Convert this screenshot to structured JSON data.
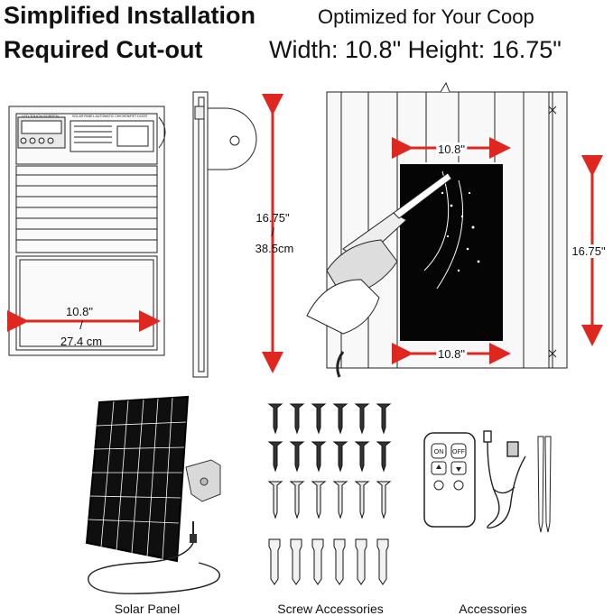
{
  "headline": {
    "bold": "Simplified Installation",
    "light": "Optimized for Your Coop"
  },
  "cutout": {
    "bold": "Required Cut-out",
    "light": "Width: 10.8\" Height: 16.75\""
  },
  "door": {
    "screen_label": "LED TOUCH SCREEN",
    "panel_title": "SOLAR PANEL AUTOMATIC CHICKEN/PET DOOR",
    "width_in": "10.8\"",
    "width_sep": "/",
    "width_cm": "27.4 cm",
    "height_in": "16.75\"",
    "height_sep": "/",
    "height_cm": "38.5cm"
  },
  "install": {
    "top_width": "10.8\"",
    "bottom_width": "10.8\"",
    "height": "16.75\""
  },
  "remote": {
    "on": "ON",
    "off": "OFF"
  },
  "captions": {
    "solar": "Solar Panel",
    "screws": "Screw Accessories",
    "accessories": "Accessories"
  },
  "colors": {
    "accent": "#e0271f",
    "ink": "#111111"
  }
}
